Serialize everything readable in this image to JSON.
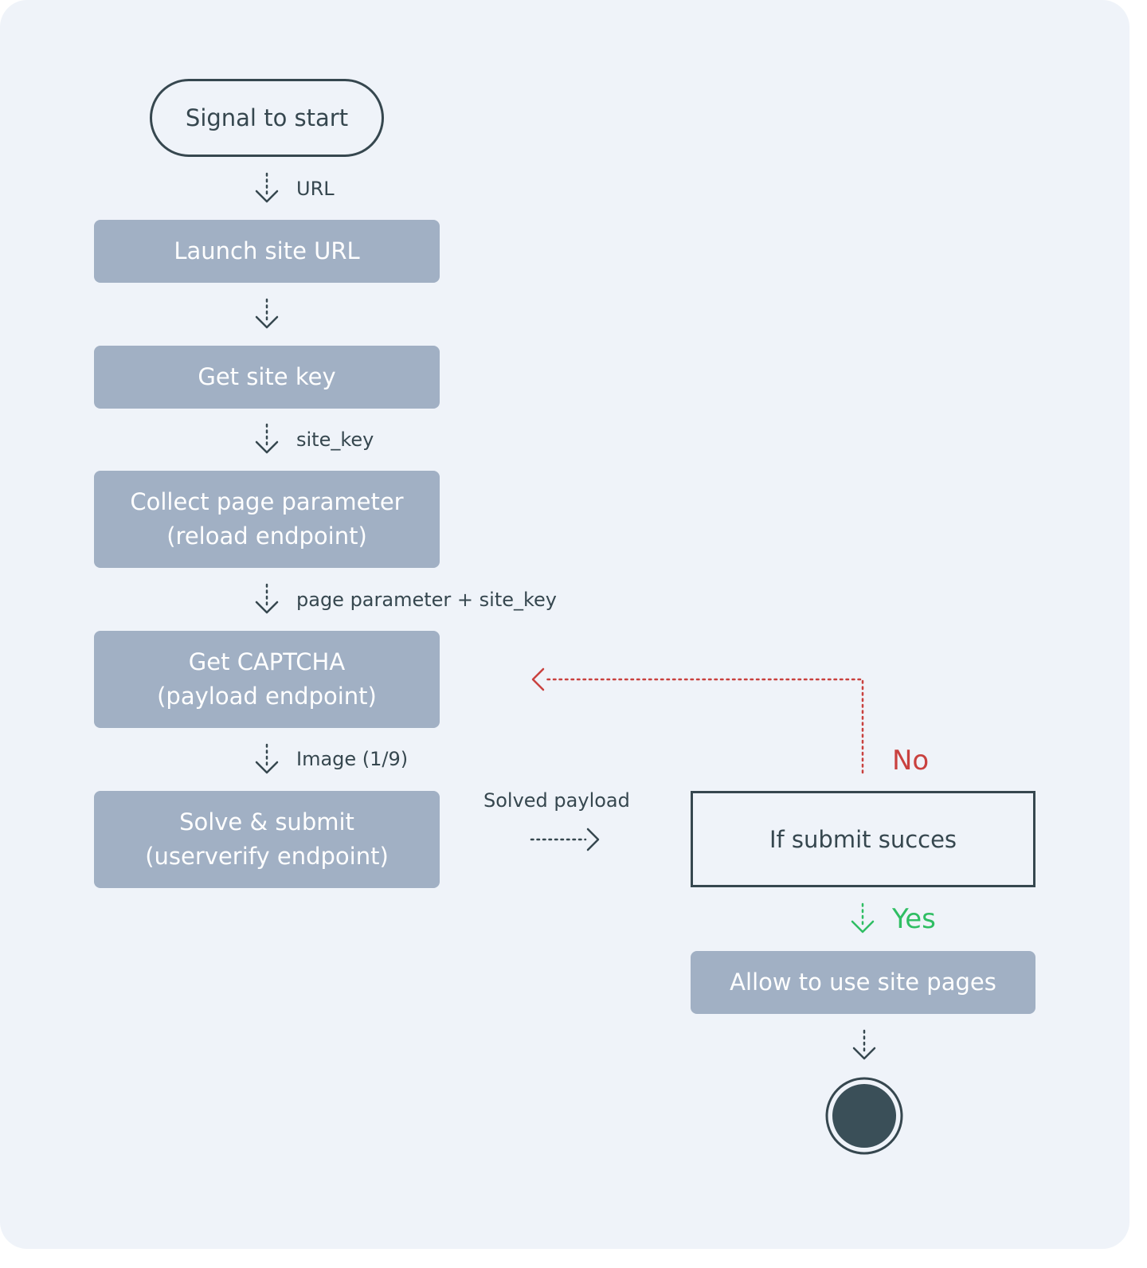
{
  "nodes": {
    "start": "Signal to start",
    "launch": "Launch site URL",
    "get_key": "Get site key",
    "collect": "Collect page parameter\n(reload endpoint)",
    "captcha": "Get CAPTCHA\n(payload endpoint)",
    "solve": "Solve & submit\n(userverify endpoint)",
    "decision": "If submit succes",
    "allow": "Allow to use site pages"
  },
  "edges": {
    "url": "URL",
    "site_key": "site_key",
    "page_param": "page parameter + site_key",
    "image": "Image (1/9)",
    "solved": "Solved payload",
    "no": "No",
    "yes": "Yes"
  },
  "colors": {
    "background": "#eff3f9",
    "step_fill": "#a1b0c4",
    "ink": "#36474f",
    "no": "#c9413f",
    "yes": "#2fbe63"
  }
}
